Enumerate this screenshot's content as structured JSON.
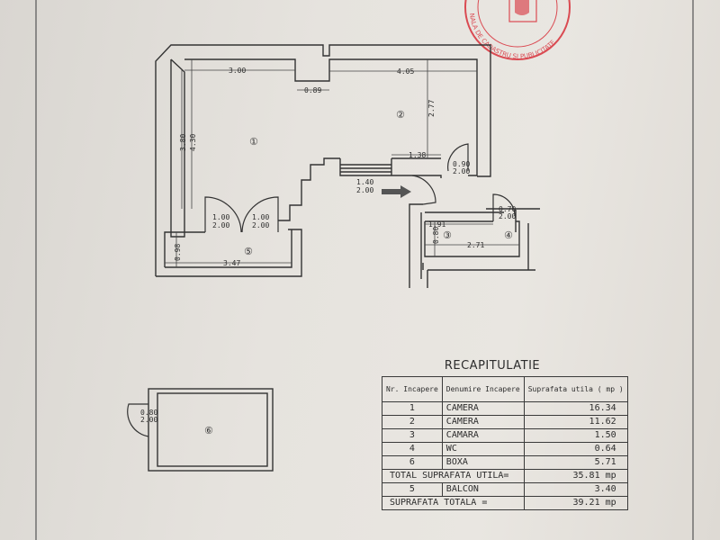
{
  "plan": {
    "rooms": {
      "r1": "①",
      "r2": "②",
      "r3": "③",
      "r4": "④",
      "r5": "⑤",
      "r6": "⑥"
    },
    "dims": {
      "d_300": "3.00",
      "d_089": "0.89",
      "d_405": "4.05",
      "d_277": "2.77",
      "d_380": "3.80",
      "d_430": "4.30",
      "d_138": "1.38",
      "door_090": "0.90",
      "door_090_h": "2.00",
      "door_140": "1.40",
      "door_140_h": "2.00",
      "door_100a": "1.00",
      "door_100a_h": "2.00",
      "door_100b": "1.00",
      "door_100b_h": "2.00",
      "d_098": "0.98",
      "d_347": "3.47",
      "door_070": "0.70",
      "door_070_h": "2.00",
      "d_191": "1.91",
      "d_080": "0.80",
      "d_271": "2.71",
      "door_080": "0.80",
      "door_080_h": "2.00"
    }
  },
  "stamp": {
    "text": "NALA DE CADASTRU SI PUBLICITATE",
    "color": "#d8303a"
  },
  "recap": {
    "title": "RECAPITULATIE",
    "headers": [
      "Nr. Incapere",
      "Denumire Incapere",
      "Suprafata utila ( mp )"
    ],
    "rows": [
      {
        "nr": "1",
        "name": "CAMERA",
        "area": "16.34"
      },
      {
        "nr": "2",
        "name": "CAMERA",
        "area": "11.62"
      },
      {
        "nr": "3",
        "name": "CAMARA",
        "area": "1.50"
      },
      {
        "nr": "4",
        "name": "WC",
        "area": "0.64"
      },
      {
        "nr": "6",
        "name": "BOXA",
        "area": "5.71"
      }
    ],
    "total_utila_label": "TOTAL  SUPRAFATA UTILA=",
    "total_utila_value": "35.81 mp",
    "balcon": {
      "nr": "5",
      "name": "BALCON",
      "area": "3.40"
    },
    "total_label": "SUPRAFATA TOTALA   =",
    "total_value": "39.21 mp"
  }
}
